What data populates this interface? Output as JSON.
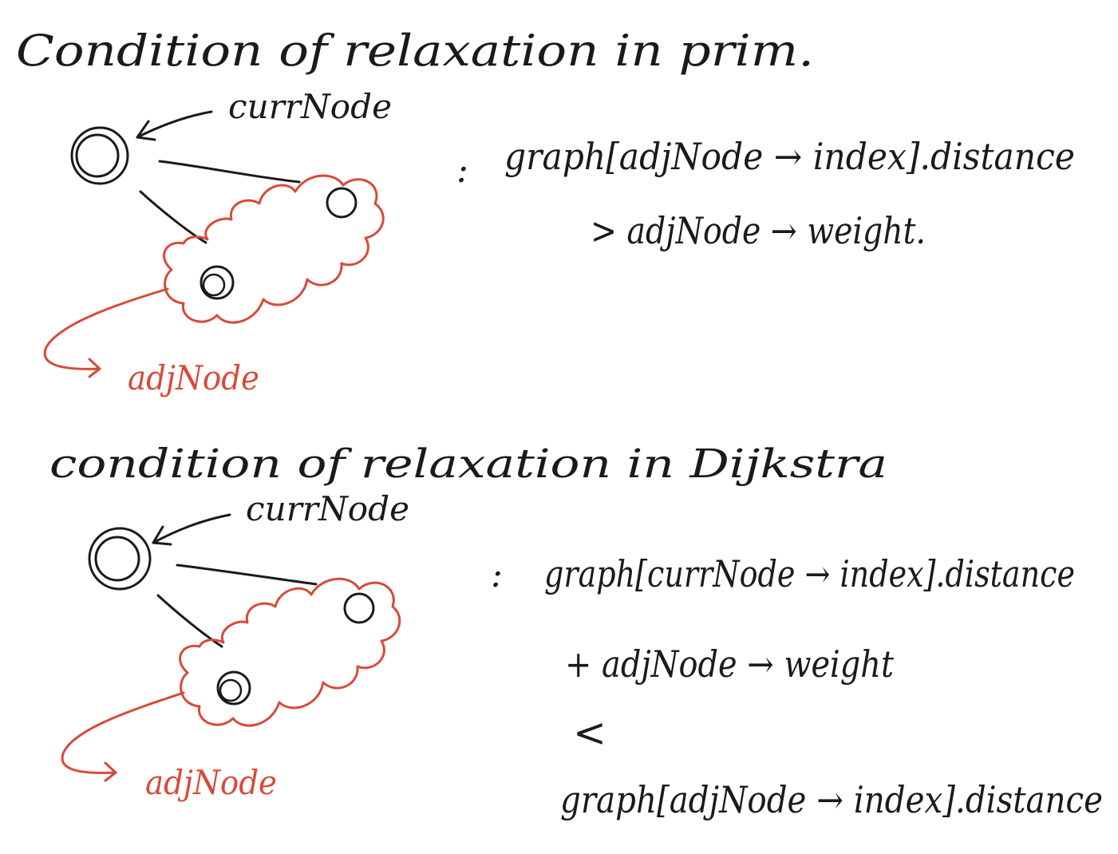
{
  "colors": {
    "ink": "#1a1a1a",
    "accent": "#d84a3a",
    "background": "#ffffff"
  },
  "prim": {
    "title": "Condition of relaxation in prim.",
    "curr_label": "currNode",
    "adj_label": "adjNode",
    "formula": {
      "prefix": ":",
      "line1": "graph[adjNode → index].distance",
      "line2": "> adjNode → weight."
    }
  },
  "dijkstra": {
    "title": "condition of relaxation in Dijkstra",
    "curr_label": "currNode",
    "adj_label": "adjNode",
    "formula": {
      "prefix": ":",
      "line1": "graph[currNode → index].distance",
      "line2": "+ adjNode → weight",
      "line3": "<",
      "line4": "graph[adjNode → index].distance"
    }
  }
}
